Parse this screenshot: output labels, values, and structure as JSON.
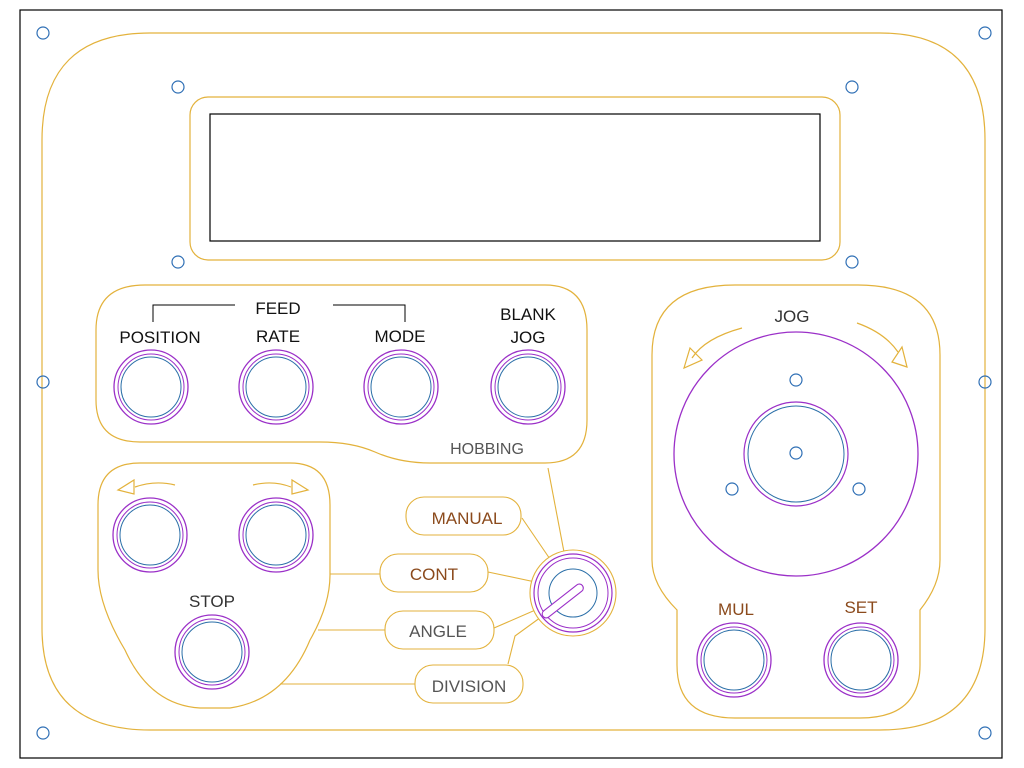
{
  "colors": {
    "frame": "#000000",
    "outline": "#e3b23c",
    "button_outer": "#9b30c8",
    "button_inner": "#2b6fa8",
    "hole": "#2f6fb5",
    "label_dark": "#111111",
    "label_brown": "#8b4a1c",
    "label_gray": "#555555"
  },
  "labels": {
    "feed": "FEED",
    "position": "POSITION",
    "rate": "RATE",
    "mode": "MODE",
    "blank": "BLANK",
    "jog_small": "JOG",
    "hobbing": "HOBBING",
    "jog": "JOG",
    "stop": "STOP",
    "manual": "MANUAL",
    "cont": "CONT",
    "angle": "ANGLE",
    "division": "DIVISION",
    "mul": "MUL",
    "set": "SET"
  },
  "icons": {
    "rotate_left": "arrow-left-icon",
    "rotate_right": "arrow-right-icon"
  }
}
